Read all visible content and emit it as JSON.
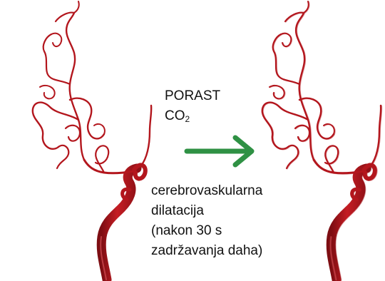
{
  "diagram": {
    "stimulus_line1": "PORAST",
    "stimulus_co2_main": "CO",
    "stimulus_co2_sub": "2",
    "caption_lines": [
      "cerebrovaskularna",
      "dilatacija",
      "(nakon 30 s",
      "zadržavanja daha)"
    ]
  },
  "colors": {
    "vessel": "#b3161d",
    "vessel_dark": "#8a0f14",
    "vessel_light": "#d24148",
    "arrow": "#2f9144",
    "text": "#111111"
  },
  "icons": {
    "arrow": "right-arrow-icon",
    "left_image": "cerebral-arteries-before",
    "right_image": "cerebral-arteries-dilated"
  }
}
